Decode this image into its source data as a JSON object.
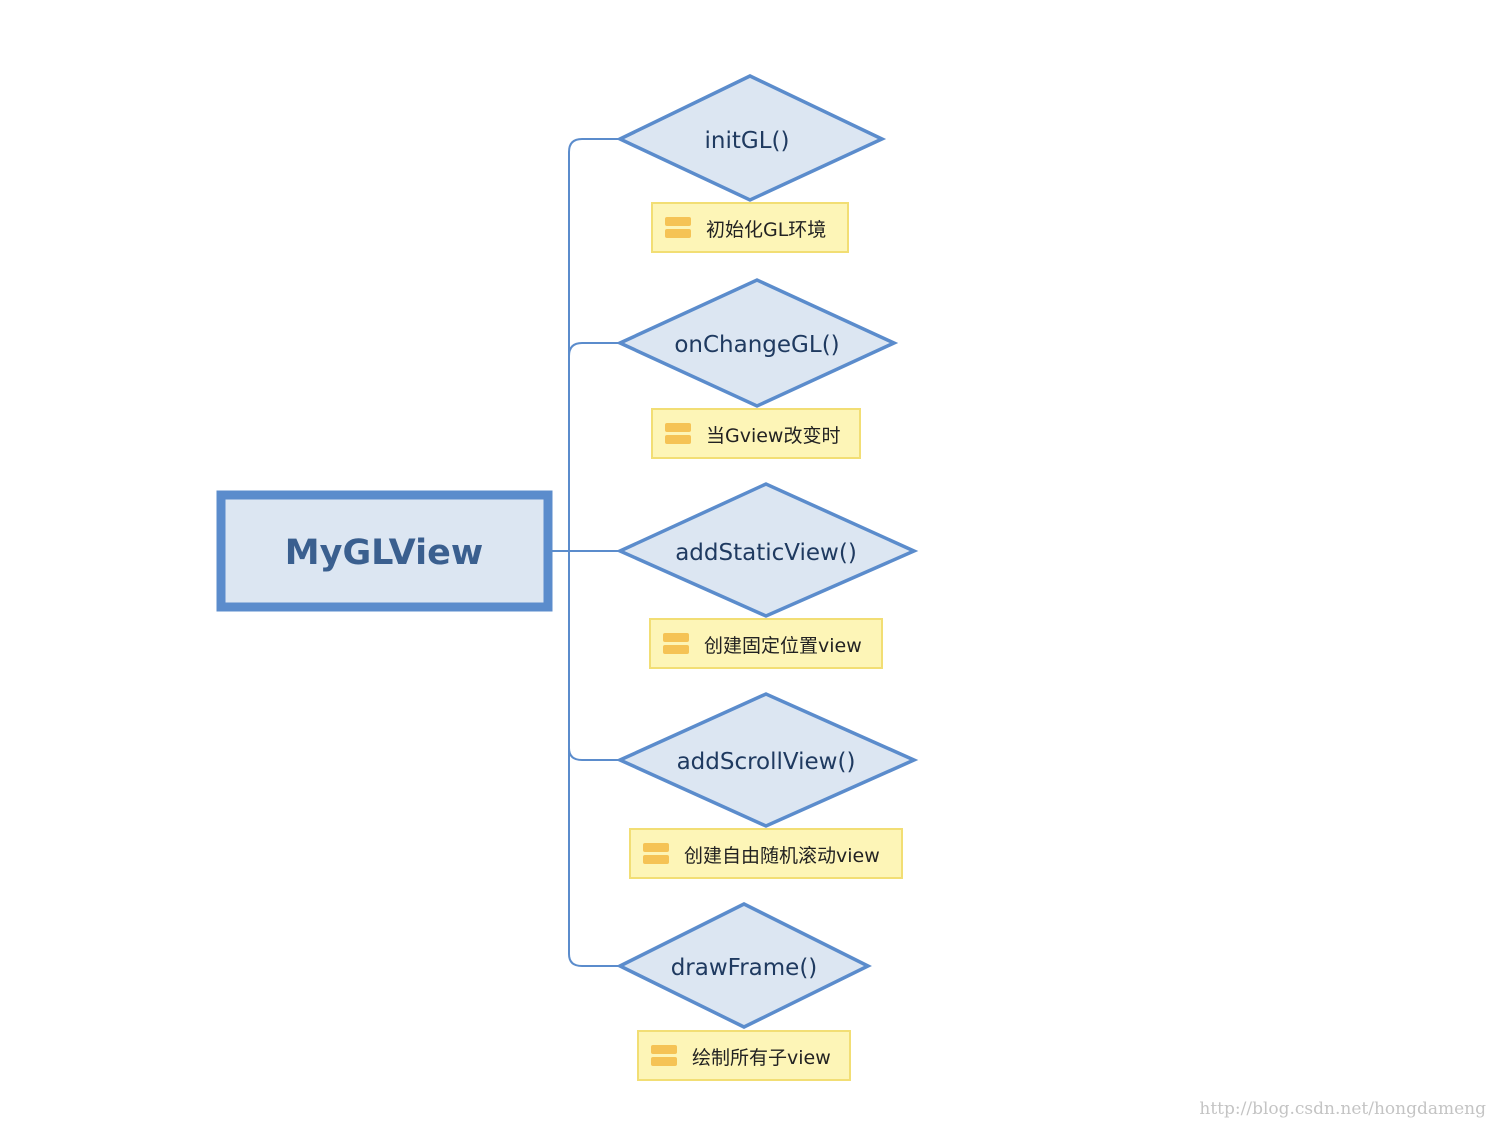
{
  "root": {
    "label": "MyGLView"
  },
  "nodes": [
    {
      "label": "initGL()",
      "note": "初始化GL环境"
    },
    {
      "label": "onChangeGL()",
      "note": "当Gview改变时"
    },
    {
      "label": "addStaticView()",
      "note": "创建固定位置view"
    },
    {
      "label": "addScrollView()",
      "note": "创建自由随机滚动view"
    },
    {
      "label": "drawFrame()",
      "note": "绘制所有子view"
    }
  ],
  "watermark": "http://blog.csdn.net/hongdameng",
  "colors": {
    "node_fill": "#dce6f2",
    "node_stroke": "#5b8ccc",
    "connector": "#5b8ccc",
    "note_fill": "#fdf5b7",
    "note_stroke": "#f2de74",
    "note_icon": "#f5c355"
  },
  "icons": {
    "note": "note-icon"
  }
}
